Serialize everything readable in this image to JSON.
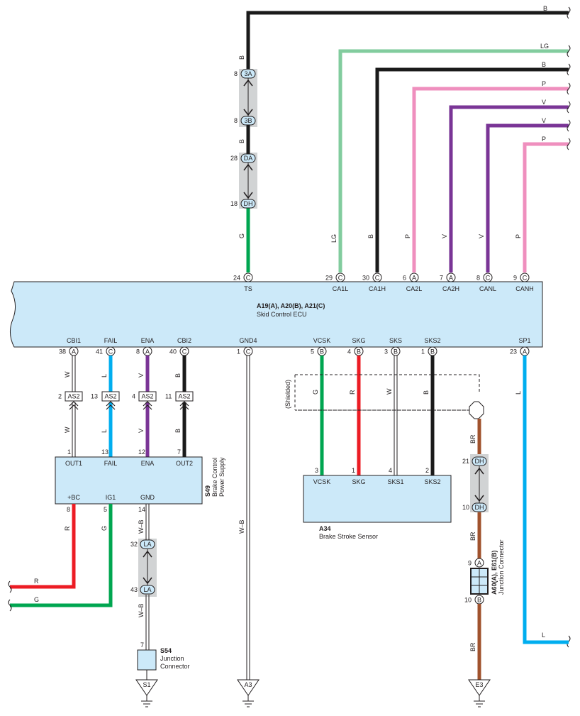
{
  "colors": {
    "B": "#1a1a1a",
    "LG": "#82cc9e",
    "P": "#ef8fbe",
    "V": "#7a3596",
    "G": "#00a650",
    "L": "#00aeef",
    "R": "#ec1c24",
    "W": "#ffffff",
    "BR": "#a0522d",
    "box": "#cce9f9",
    "gray": "#d1d3d4"
  },
  "ecu": {
    "name_line1": "A19(A), A20(B), A21(C)",
    "name_line2": "Skid Control ECU",
    "top_pins": [
      {
        "id": "ts",
        "label": "TS",
        "pin": "24",
        "conn": "C"
      },
      {
        "id": "ca1l",
        "label": "CA1L",
        "pin": "29",
        "conn": "C"
      },
      {
        "id": "ca1h",
        "label": "CA1H",
        "pin": "30",
        "conn": "C"
      },
      {
        "id": "ca2l",
        "label": "CA2L",
        "pin": "6",
        "conn": "A"
      },
      {
        "id": "ca2h",
        "label": "CA2H",
        "pin": "7",
        "conn": "A"
      },
      {
        "id": "canl",
        "label": "CANL",
        "pin": "8",
        "conn": "C"
      },
      {
        "id": "canh",
        "label": "CANH",
        "pin": "9",
        "conn": "C"
      }
    ],
    "bottom_pins": [
      {
        "id": "cbi1",
        "label": "CBI1",
        "pin": "38",
        "conn": "A"
      },
      {
        "id": "fail",
        "label": "FAIL",
        "pin": "41",
        "conn": "C"
      },
      {
        "id": "ena",
        "label": "ENA",
        "pin": "8",
        "conn": "A"
      },
      {
        "id": "cbi2",
        "label": "CBI2",
        "pin": "40",
        "conn": "C"
      },
      {
        "id": "gnd4",
        "label": "GND4",
        "pin": "1",
        "conn": "C"
      },
      {
        "id": "vcsk",
        "label": "VCSK",
        "pin": "5",
        "conn": "B"
      },
      {
        "id": "skg",
        "label": "SKG",
        "pin": "4",
        "conn": "B"
      },
      {
        "id": "sks",
        "label": "SKS",
        "pin": "3",
        "conn": "B"
      },
      {
        "id": "sks2",
        "label": "SKS2",
        "pin": "1",
        "conn": "B"
      },
      {
        "id": "sp1",
        "label": "SP1",
        "pin": "23",
        "conn": "A"
      }
    ]
  },
  "ts_wire": {
    "top_color": "B",
    "j1_pin": "8",
    "j1_conn": "3A",
    "mid_color": "B",
    "j2_pin": "8",
    "j2_conn": "3B",
    "mid2_color": "B",
    "j3_pin": "28",
    "j3_conn": "DA",
    "j4_pin": "18",
    "j4_conn": "DH",
    "bottom_color": "G"
  },
  "can_wires": [
    {
      "top": "B"
    },
    {
      "top": "LG",
      "vertical": "LG"
    },
    {
      "top": "B",
      "vertical": "B"
    },
    {
      "top": "P",
      "vertical": "P"
    },
    {
      "top": "V",
      "vertical": "V"
    },
    {
      "top": "V",
      "vertical": "V"
    },
    {
      "top": "P",
      "vertical": "P"
    }
  ],
  "power_supply": {
    "name": "S49",
    "desc_line1": "Brake Control",
    "desc_line2": "Power Supply",
    "top_pins": [
      {
        "label": "OUT1",
        "pin": "1",
        "upper_color": "W",
        "lower_color": "W",
        "as_pin": "2",
        "as_conn": "AS2"
      },
      {
        "label": "FAIL",
        "pin": "13",
        "upper_color": "L",
        "lower_color": "L",
        "as_pin": "13",
        "as_conn": "AS2"
      },
      {
        "label": "ENA",
        "pin": "12",
        "upper_color": "V",
        "lower_color": "V",
        "as_pin": "4",
        "as_conn": "AS2"
      },
      {
        "label": "OUT2",
        "pin": "7",
        "upper_color": "B",
        "lower_color": "B",
        "as_pin": "11",
        "as_conn": "AS2"
      }
    ],
    "bottom_pins": [
      {
        "label": "+BC",
        "pin": "8",
        "color": "R"
      },
      {
        "label": "IG1",
        "pin": "5",
        "color": "G"
      },
      {
        "label": "GND",
        "pin": "14",
        "color": "W–B"
      }
    ]
  },
  "left_wires": [
    {
      "color": "R"
    },
    {
      "color": "G"
    }
  ],
  "gnd_path": {
    "j1_pin": "32",
    "j1_conn": "LA",
    "j2_pin": "43",
    "j2_conn": "LA",
    "lower_color": "W–B",
    "jc_pin": "7",
    "jc_name": "S54",
    "jc_desc1": "Junction",
    "jc_desc2": "Connector",
    "ground": "S1"
  },
  "gnd4_wire": {
    "color": "W–B",
    "ground": "A3"
  },
  "sensor": {
    "name": "A34",
    "desc": "Brake Stroke Sensor",
    "shield_label": "(Shielded)",
    "pins": [
      {
        "label": "VCSK",
        "pin": "3",
        "color": "G"
      },
      {
        "label": "SKG",
        "pin": "1",
        "color": "R"
      },
      {
        "label": "SKS1",
        "pin": "4",
        "color": "W"
      },
      {
        "label": "SKS2",
        "pin": "2",
        "color": "B"
      }
    ]
  },
  "shield_ground": {
    "upper_color": "BR",
    "j1_pin": "21",
    "j1_conn": "DH",
    "j2_pin": "10",
    "j2_conn": "DH",
    "mid_color": "BR",
    "jc_top_pin": "9",
    "jc_top_conn": "A",
    "jc_bot_pin": "10",
    "jc_bot_conn": "B",
    "jc_name": "A60(A), E61(B)",
    "jc_desc": "Junction Connector",
    "lower_color": "BR",
    "ground": "E3"
  },
  "sp1_wire": {
    "color": "L"
  }
}
